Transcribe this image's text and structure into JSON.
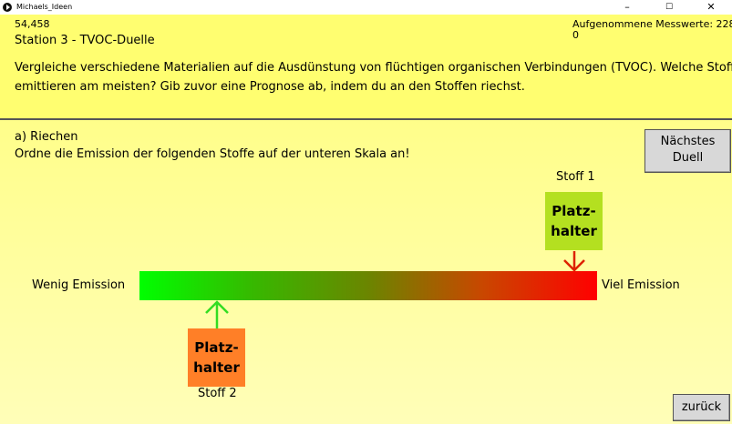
{
  "window": {
    "title": "Michaels_Ideen",
    "minimize": "–",
    "maximize": "☐",
    "close": "✕"
  },
  "header": {
    "counter": "54,458",
    "station_title": "Station 3 - TVOC-Duelle",
    "measurements_label": "Aufgenommene Messwerte: 228",
    "measurements_value": "0",
    "description_line1": "Vergleiche verschiedene Materialien auf die Ausdünstung von flüchtigen organischen Verbindungen (TVOC). Welche Stoffe",
    "description_line2": "emittieren am meisten? Gib zuvor eine Prognose ab, indem du an den Stoffen riechst."
  },
  "task": {
    "heading": "a) Riechen",
    "instruction": "Ordne die Emission der folgenden Stoffe auf der unteren Skala an!"
  },
  "buttons": {
    "next_line1": "Nächstes",
    "next_line2": "Duell",
    "back": "zurück"
  },
  "scale": {
    "left_label": "Wenig Emission",
    "right_label": "Viel Emission",
    "colors": {
      "low": "#00ff00",
      "mid": "#6b8500",
      "high": "#ff0000"
    }
  },
  "items": [
    {
      "label": "Stoff 1",
      "text_line1": "Platz-",
      "text_line2": "halter",
      "color": "#b4e020",
      "arrow_color": "#dd2200",
      "level": 0.95
    },
    {
      "label": "Stoff 2",
      "text_line1": "Platz-",
      "text_line2": "halter",
      "color": "#ff7f27",
      "arrow_color": "#33dd22",
      "level": 0.17
    }
  ]
}
